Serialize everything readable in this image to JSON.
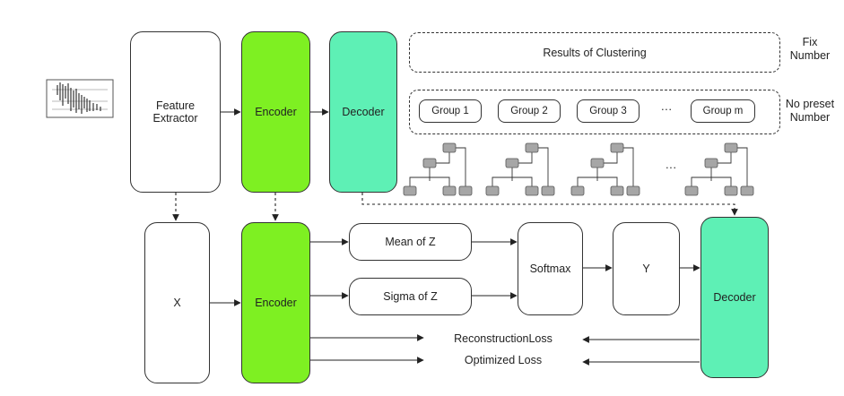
{
  "nodes": {
    "feature_extractor": "Feature\nExtractor",
    "encoder_top": "Encoder",
    "decoder_top": "Decoder",
    "x": "X",
    "encoder_bottom": "Encoder",
    "mean_z": "Mean of Z",
    "sigma_z": "Sigma of Z",
    "softmax": "Softmax",
    "y": "Y",
    "decoder_bottom": "Decoder"
  },
  "clustering": {
    "results": "Results of Clustering",
    "fix_number": "Fix\nNumber",
    "no_preset_number": "No preset\nNumber",
    "groups": [
      "Group 1",
      "Group 2",
      "Group 3",
      "Group m"
    ],
    "ellipsis": "···"
  },
  "losses": {
    "reconstruction": "ReconstructionLoss",
    "optimized": "Optimized Loss"
  },
  "colors": {
    "encoder": "#7ef022",
    "decoder": "#5ef0b5",
    "tree_node": "#a6a6a6"
  }
}
